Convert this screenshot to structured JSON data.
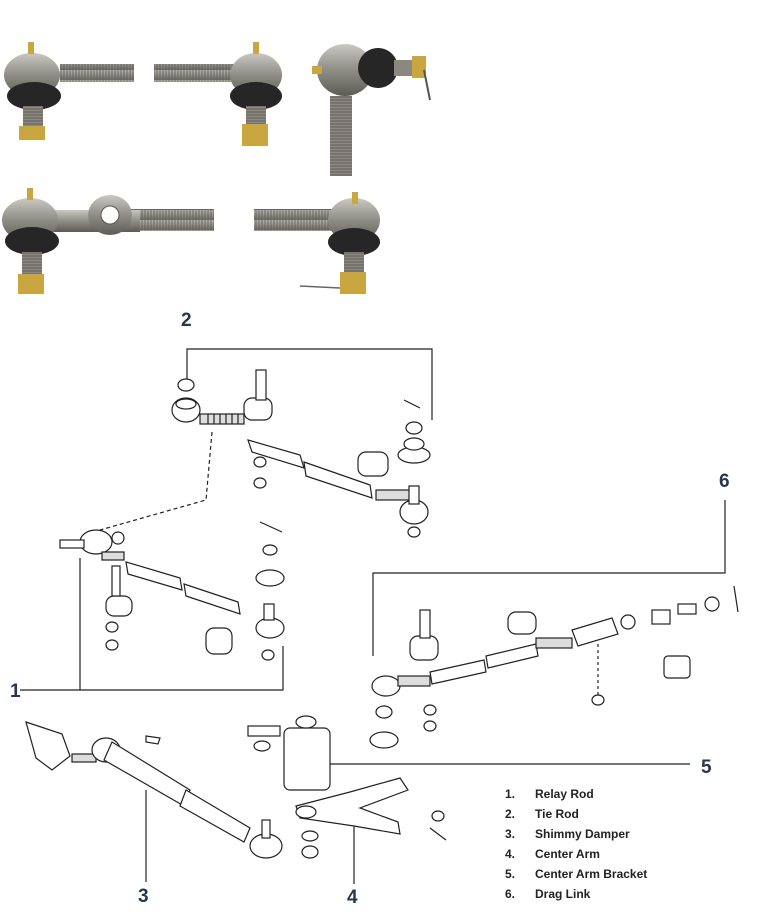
{
  "legend": [
    {
      "number": "1.",
      "label": "Relay Rod"
    },
    {
      "number": "2.",
      "label": "Tie Rod"
    },
    {
      "number": "3.",
      "label": "Shimmy Damper"
    },
    {
      "number": "4.",
      "label": "Center Arm"
    },
    {
      "number": "5.",
      "label": "Center Arm Bracket"
    },
    {
      "number": "6.",
      "label": "Drag Link"
    }
  ],
  "callouts": {
    "c1": "1",
    "c2": "2",
    "c3": "3",
    "c4": "4",
    "c5": "5",
    "c6": "6"
  },
  "colors": {
    "metal": "#9a9a92",
    "rubber": "#2b2b2b",
    "brass": "#c8a23a",
    "line": "#222222"
  }
}
